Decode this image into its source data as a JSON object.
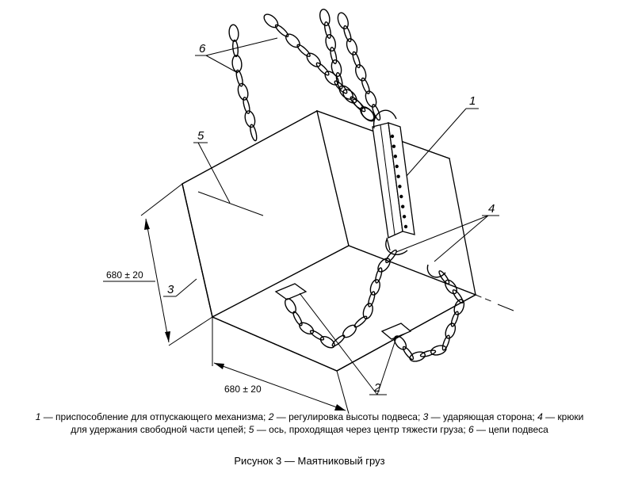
{
  "callouts": {
    "c1": "1",
    "c2": "2",
    "c3": "3",
    "c4": "4",
    "c5": "5",
    "c6": "6"
  },
  "dimensions": {
    "height": "680 ± 20",
    "width": "680 ± 20"
  },
  "legend": [
    {
      "num": "1",
      "text": " — приспособление для отпускающего механизма; "
    },
    {
      "num": "2",
      "text": " — регулировка высоты подвеса; "
    },
    {
      "num": "3",
      "text": " — ударяющая сторона; "
    },
    {
      "num": "4",
      "text": " — крюки для удержания свободной части цепей; "
    },
    {
      "num": "5",
      "text": " — ось, проходящая через центр тяжести груза; "
    },
    {
      "num": "6",
      "text": " — цепи подвеса"
    }
  ],
  "figure_title": "Рисунок 3 — Маятниковый груз"
}
